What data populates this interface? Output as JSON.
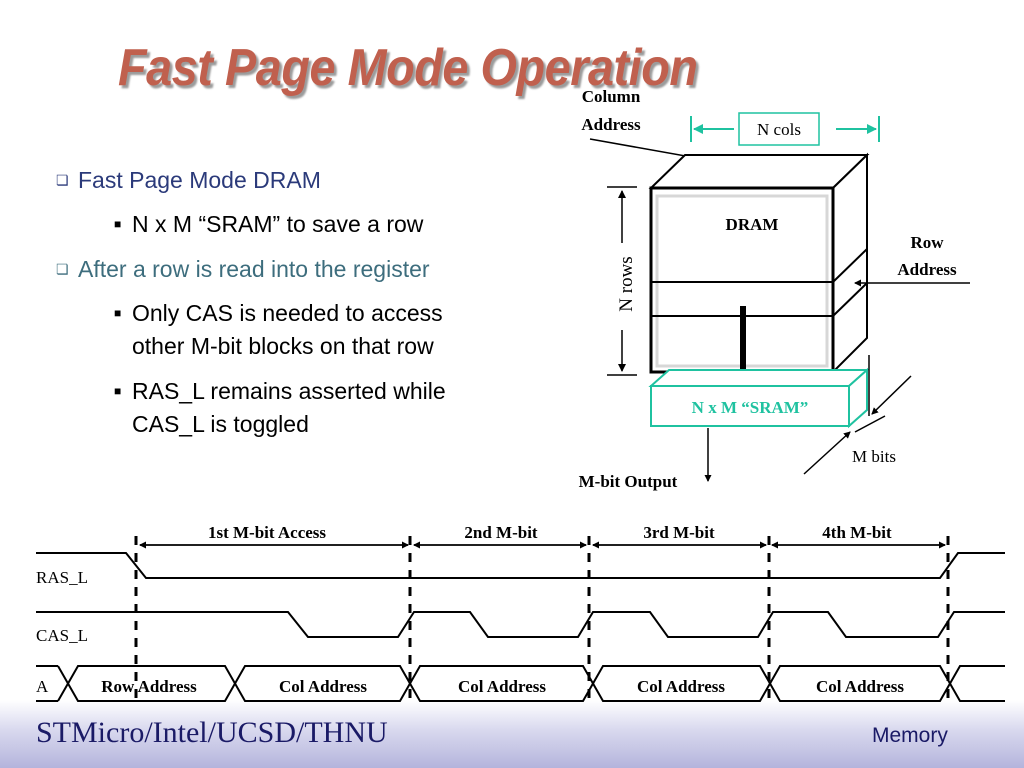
{
  "title": "Fast Page Mode Operation",
  "bullets": [
    {
      "level": 1,
      "text": "Fast Page Mode DRAM"
    },
    {
      "level": 2,
      "text": "N x M “SRAM” to save a row"
    },
    {
      "level": 1,
      "text": "After a row is read into the register"
    },
    {
      "level": 2,
      "text": "Only CAS is needed to access"
    },
    {
      "level": 2,
      "text": "other M-bit blocks on that row"
    },
    {
      "level": 2,
      "text": "RAS_L remains asserted while"
    },
    {
      "level": 2,
      "text": "CAS_L is toggled"
    }
  ],
  "dram_diagram": {
    "column_address_line1": "Column",
    "column_address_line2": "Address",
    "n_cols": "N cols",
    "dram_label": "DRAM",
    "row_address_line1": "Row",
    "row_address_line2": "Address",
    "n_rows": "N rows",
    "sram_label": "N x M “SRAM”",
    "m_bits": "M bits",
    "output_label": "M-bit Output"
  },
  "timing": {
    "phases": [
      "1st M-bit Access",
      "2nd M-bit",
      "3rd M-bit",
      "4th M-bit"
    ],
    "signals": [
      "RAS_L",
      "CAS_L",
      "A"
    ],
    "address_fields": [
      "Row Address",
      "Col Address",
      "Col Address",
      "Col Address",
      "Col Address"
    ]
  },
  "footer": {
    "left": "STMicro/Intel/UCSD/THNU",
    "right": "Memory"
  },
  "colors": {
    "title": "#c0604e",
    "accent_teal": "#1fc2a0",
    "bullet_l1": "#2b3a7a",
    "footer_text": "#1a1a66"
  }
}
